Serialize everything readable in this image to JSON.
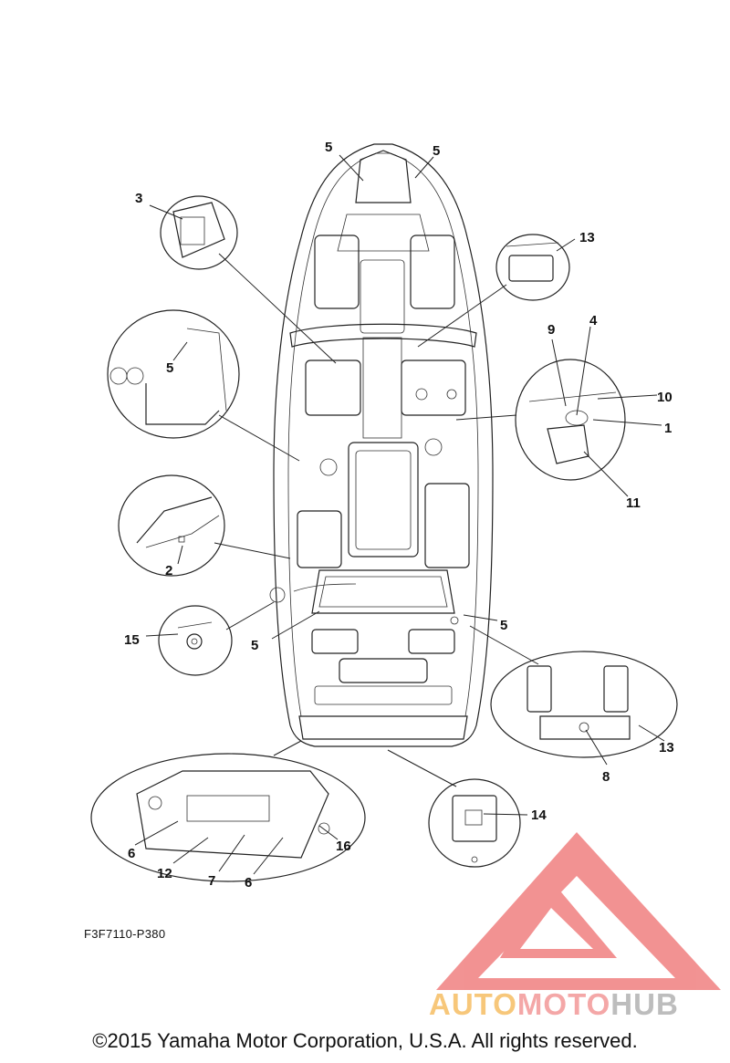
{
  "diagram": {
    "code": "F3F7110-P380",
    "callouts": [
      "5",
      "5",
      "3",
      "13",
      "5",
      "9",
      "4",
      "10",
      "1",
      "11",
      "2",
      "5",
      "15",
      "5",
      "13",
      "8",
      "14",
      "6",
      "12",
      "7",
      "6",
      "16"
    ]
  },
  "watermark": {
    "part1": "AUTO",
    "part2": "MOTO",
    "part3": "HUB",
    "colors": {
      "auto": "#f7c77a",
      "moto": "#f4a7a7",
      "hub": "#bdbdbd",
      "logo": "#f08080"
    }
  },
  "footer": {
    "copyright": "©2015 Yamaha Motor Corporation, U.S.A. All rights reserved."
  }
}
